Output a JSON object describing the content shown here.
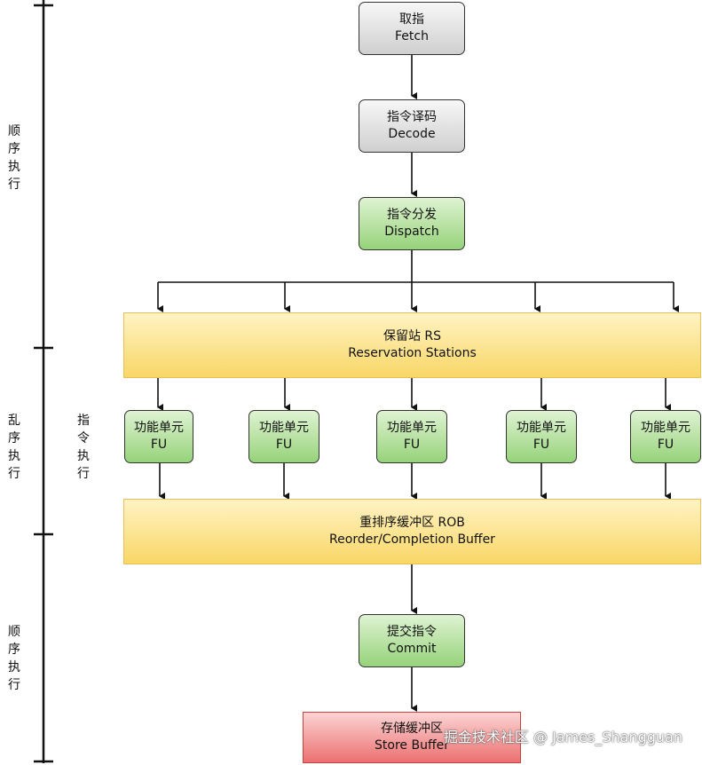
{
  "stages": {
    "fetch": {
      "zh": "取指",
      "en": "Fetch"
    },
    "decode": {
      "zh": "指令译码",
      "en": "Decode"
    },
    "dispatch": {
      "zh": "指令分发",
      "en": "Dispatch"
    },
    "rs": {
      "zh": "保留站 RS",
      "en": "Reservation Stations"
    },
    "fu": {
      "zh": "功能单元",
      "en": "FU"
    },
    "rob": {
      "zh": "重排序缓冲区 ROB",
      "en": "Reorder/Completion Buffer"
    },
    "commit": {
      "zh": "提交指令",
      "en": "Commit"
    },
    "store": {
      "zh": "存储缓冲区",
      "en": "Store Buffer"
    }
  },
  "timeline": {
    "in_order_top": "顺序执行",
    "out_of_order": "乱序执行",
    "in_order_bottom": "顺序执行",
    "instruction_exec": "指令执行"
  },
  "watermark": "掘金技术社区 @ James_Shangguan",
  "colors": {
    "gray": "#cfcfcf",
    "green": "#96d37a",
    "yellow": "#f8d766",
    "red": "#ec7070"
  }
}
